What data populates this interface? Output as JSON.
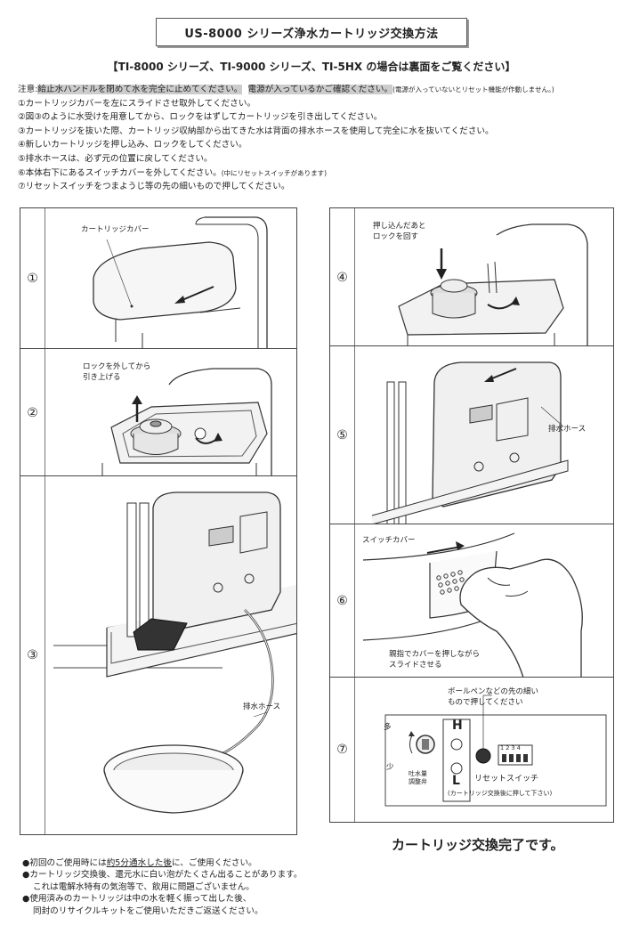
{
  "header": {
    "title": "US-8000 シリーズ浄水カートリッジ交換方法",
    "subtitle": "【TI-8000 シリーズ、TI-9000 シリーズ、TI-5HX の場合は裏面をご覧ください】"
  },
  "notes": {
    "caution_label": "注意:",
    "caution_1": "給止水ハンドルを閉めて水を完全に止めてください。",
    "caution_2": "電源が入っているかご確認ください。",
    "caution_small": "(電源が入っていないとリセット機能が作動しません。)",
    "steps": [
      "①カートリッジカバーを左にスライドさせ取外してください。",
      "②図③のように水受けを用意してから、ロックをはずしてカートリッジを引き出してください。",
      "③カートリッジを抜いた際、カートリッジ収納部から出てきた水は背面の排水ホースを使用して完全に水を抜いてください。",
      "④新しいカートリッジを押し込み、ロックをしてください。",
      "⑤排水ホースは、必ず元の位置に戻してください。"
    ],
    "step6": "⑥本体右下にあるスイッチカバーを外してください。",
    "step6_small": "(中にリセットスイッチがあります)",
    "step7": "⑦リセットスイッチをつまようじ等の先の細いもので押してください。"
  },
  "panels": {
    "p1": {
      "num": "①",
      "label": "カートリッジカバー"
    },
    "p2": {
      "num": "②",
      "label_1": "ロックを外してから",
      "label_2": "引き上げる"
    },
    "p3": {
      "num": "③",
      "label": "排水ホース"
    },
    "p4": {
      "num": "④",
      "label_1": "押し込んだあと",
      "label_2": "ロックを回す"
    },
    "p5": {
      "num": "⑤",
      "label": "排水ホース"
    },
    "p6": {
      "num": "⑥",
      "label": "スイッチカバー",
      "caption_1": "親指でカバーを押しながら",
      "caption_2": "スライドさせる"
    },
    "p7": {
      "num": "⑦",
      "hint_1": "ボールペンなどの先の細い",
      "hint_2": "もので押してください",
      "more": "多",
      "less": "少",
      "knob_1": "吐水量",
      "knob_2": "調整弁",
      "h": "H",
      "l": "L",
      "dip": "1 2 3 4",
      "reset_label": "リセットスイッチ",
      "reset_note": "(カートリッジ交換後に押して下さい)"
    }
  },
  "complete": "カートリッジ交換完了です。",
  "footer": {
    "l1_a": "●初回のご使用時には",
    "l1_b": "約5分通水した後",
    "l1_c": "に、ご使用ください。",
    "l2": "●カートリッジ交換後、還元水に白い泡がたくさん出ることがあります。",
    "l3": "これは電解水特有の気泡等で、飲用に問題ございません。",
    "l4": "●使用済みのカートリッジは中の水を軽く振って出した後、",
    "l5": "同封のリサイクルキットをご使用いただきご返送ください。"
  }
}
